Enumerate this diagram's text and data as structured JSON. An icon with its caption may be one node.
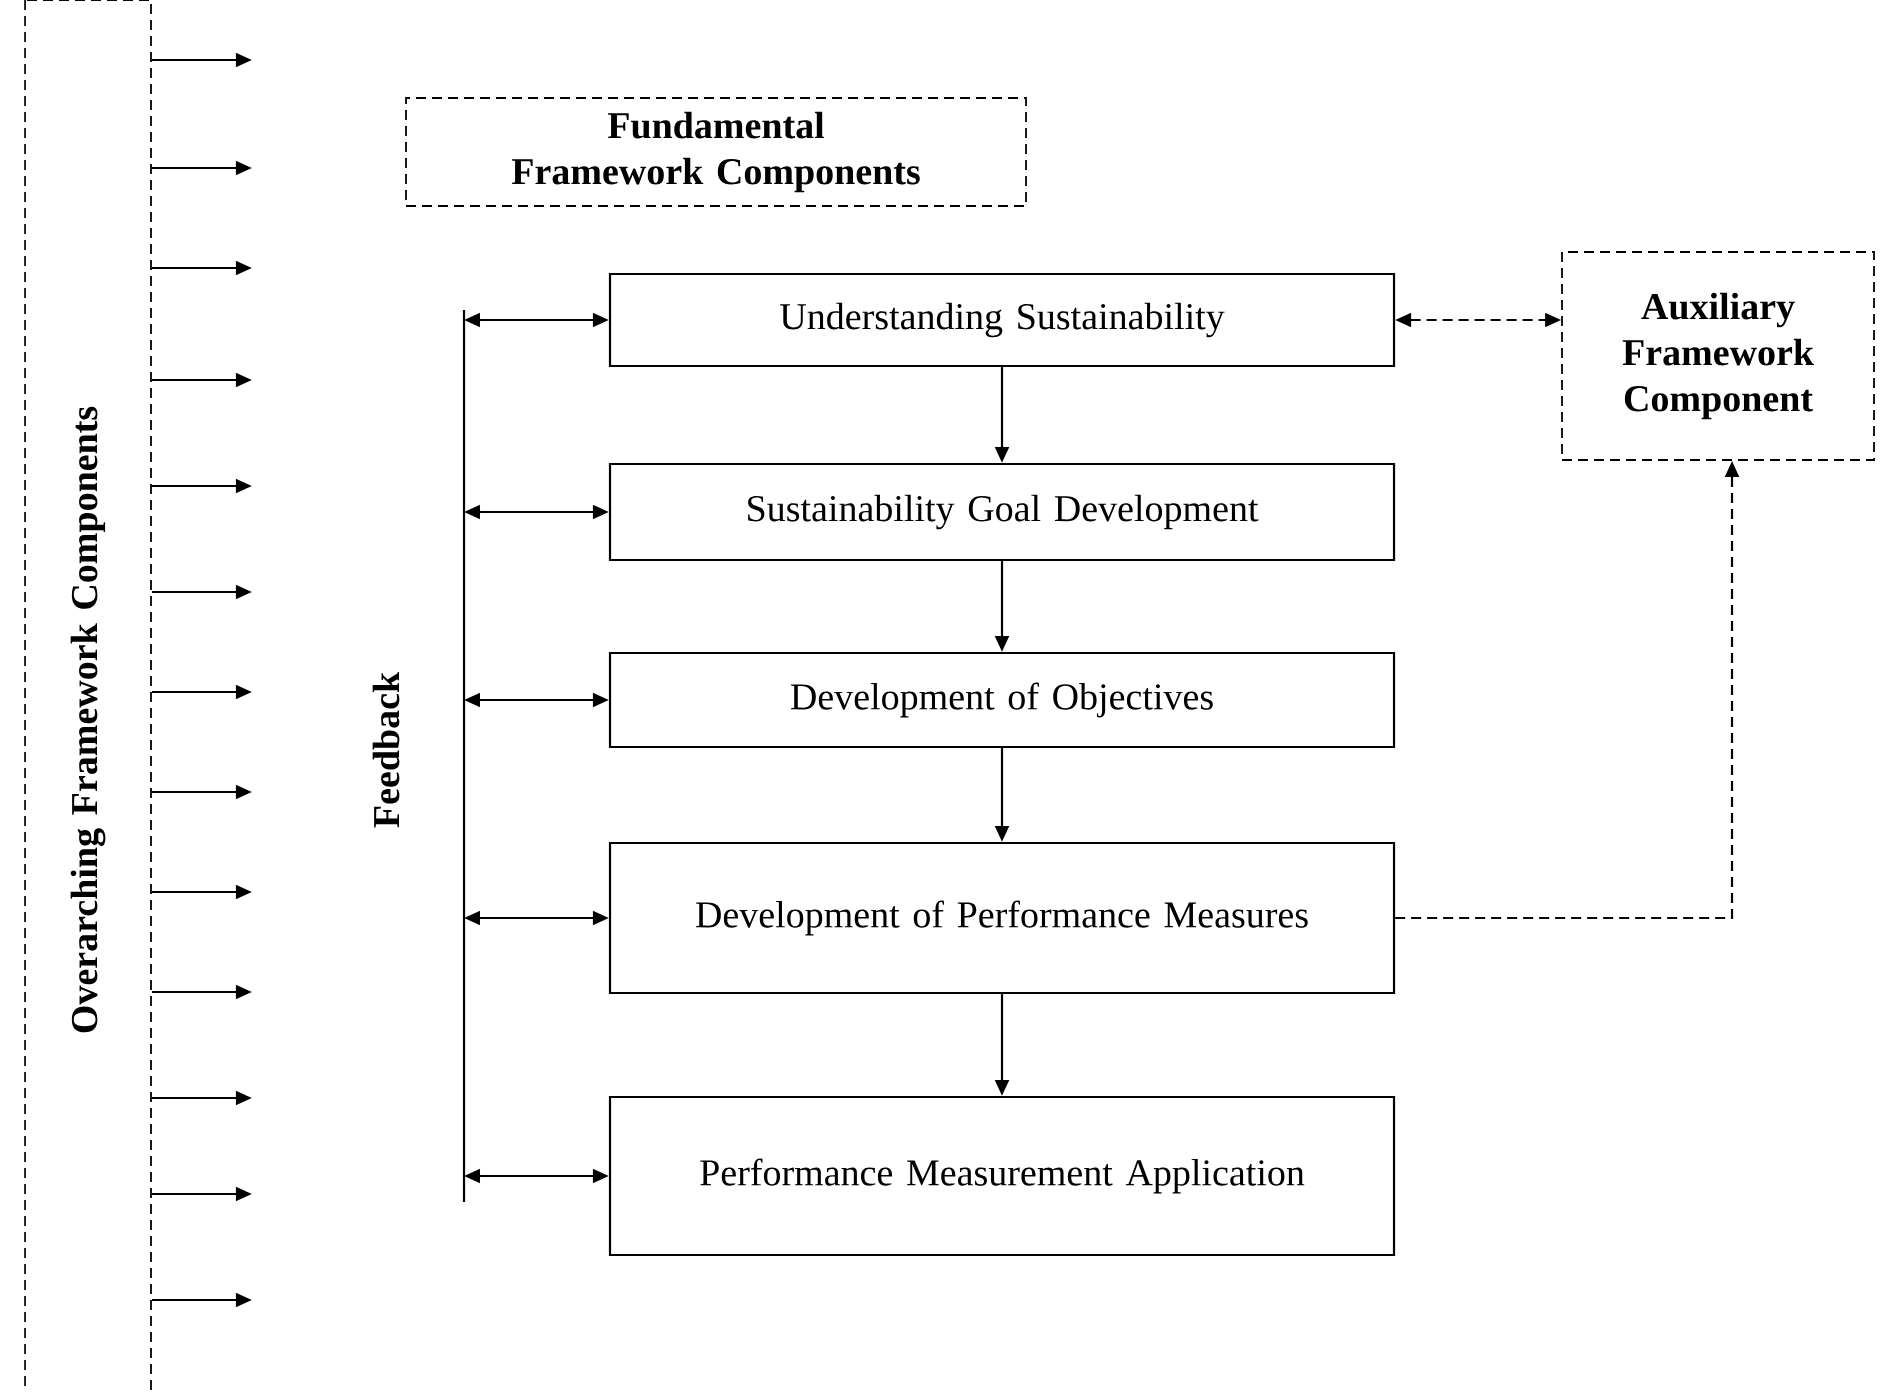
{
  "diagram": {
    "nodes": [
      {
        "text": [
          "Overarching Framework Components"
        ]
      },
      {
        "text": [
          "Fundamental Framework Components"
        ]
      },
      {
        "text": [
          "Understanding Sustainability"
        ]
      },
      {
        "text": [
          "Sustainability Goal Development"
        ]
      },
      {
        "text": [
          "Development of Objectives"
        ]
      },
      {
        "text": [
          "Development of Performance Measures"
        ]
      },
      {
        "text": [
          "Performance Measurement Application"
        ]
      },
      {
        "text": [
          "Auxiliary Framework Component"
        ]
      }
    ],
    "edges": [
      {
        "from": 0,
        "to": null,
        "arrow": "to"
      },
      {
        "from": 0,
        "to": null,
        "arrow": "to"
      },
      {
        "from": 0,
        "to": null,
        "arrow": "to"
      },
      {
        "from": 0,
        "to": null,
        "arrow": "to"
      },
      {
        "from": 0,
        "to": null,
        "arrow": "to"
      },
      {
        "from": 0,
        "to": null,
        "arrow": "to"
      },
      {
        "from": 0,
        "to": null,
        "arrow": "to"
      },
      {
        "from": 0,
        "to": null,
        "arrow": "to"
      },
      {
        "from": 0,
        "to": null,
        "arrow": "to"
      },
      {
        "from": 0,
        "to": null,
        "arrow": "to"
      },
      {
        "from": 0,
        "to": null,
        "arrow": "to"
      },
      {
        "from": 0,
        "to": null,
        "arrow": "to"
      },
      {
        "from": 0,
        "to": null,
        "arrow": "to"
      },
      {
        "from": 2,
        "to": 3,
        "arrow": "to"
      },
      {
        "from": 3,
        "to": 4,
        "arrow": "to"
      },
      {
        "from": 4,
        "to": 5,
        "arrow": "to"
      },
      {
        "from": 5,
        "to": 6,
        "arrow": "to"
      },
      {
        "from": 2,
        "to": 7,
        "arrow": "both",
        "style": "dashed"
      },
      {
        "from": 5,
        "to": 7,
        "arrow": "to",
        "style": "dashed"
      },
      {
        "from": null,
        "to": 2,
        "arrow": "both"
      },
      {
        "from": null,
        "to": 3,
        "arrow": "both"
      },
      {
        "from": null,
        "to": 4,
        "arrow": "both"
      },
      {
        "from": null,
        "to": 5,
        "arrow": "both"
      },
      {
        "from": null,
        "to": 6,
        "arrow": "both"
      }
    ],
    "labels": [
      "Feedback"
    ]
  }
}
